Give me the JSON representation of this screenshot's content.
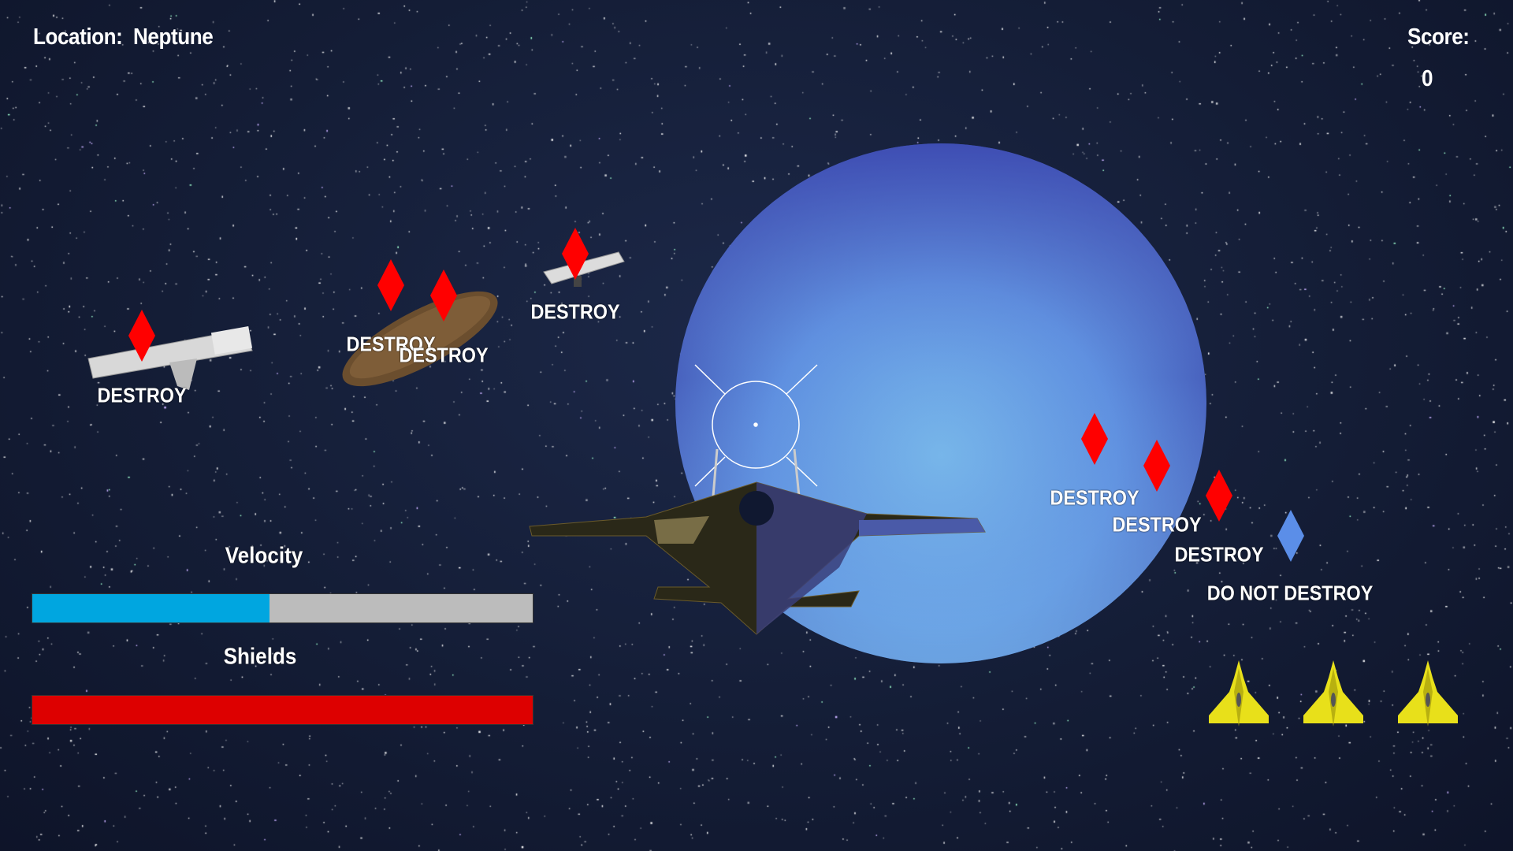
{
  "hud": {
    "location_label": "Location:",
    "location_value": "Neptune",
    "score_label": "Score:",
    "score_value": "0"
  },
  "meters": {
    "velocity": {
      "label": "Velocity",
      "level": 0.474,
      "color": "#00a6e0",
      "track_color": "#bcbcbc"
    },
    "shields": {
      "label": "Shields",
      "level": 1.0,
      "color": "#dd0000"
    }
  },
  "targets": [
    {
      "label": "DESTROY",
      "marker_color": "#ff0000",
      "object": "space-freighter"
    },
    {
      "label": "DESTROY",
      "marker_color": "#ff0000",
      "object": "asteroid"
    },
    {
      "label": "DESTROY",
      "marker_color": "#ff0000",
      "object": "asteroid"
    },
    {
      "label": "DESTROY",
      "marker_color": "#ff0000",
      "object": "small-ship"
    },
    {
      "label": "DESTROY",
      "marker_color": "#ff0000",
      "object": "distant-target"
    },
    {
      "label": "DESTROY",
      "marker_color": "#ff0000",
      "object": "distant-target"
    },
    {
      "label": "DESTROY",
      "marker_color": "#ff0000",
      "object": "distant-target"
    },
    {
      "label": "DO NOT DESTROY",
      "marker_color": "#5b8ee8",
      "object": "friendly-target"
    }
  ],
  "lives": {
    "count": 3,
    "color": "#e8e01a",
    "icon": "ship-icon"
  },
  "planet": {
    "name": "Neptune",
    "color": "#5f90e0"
  }
}
